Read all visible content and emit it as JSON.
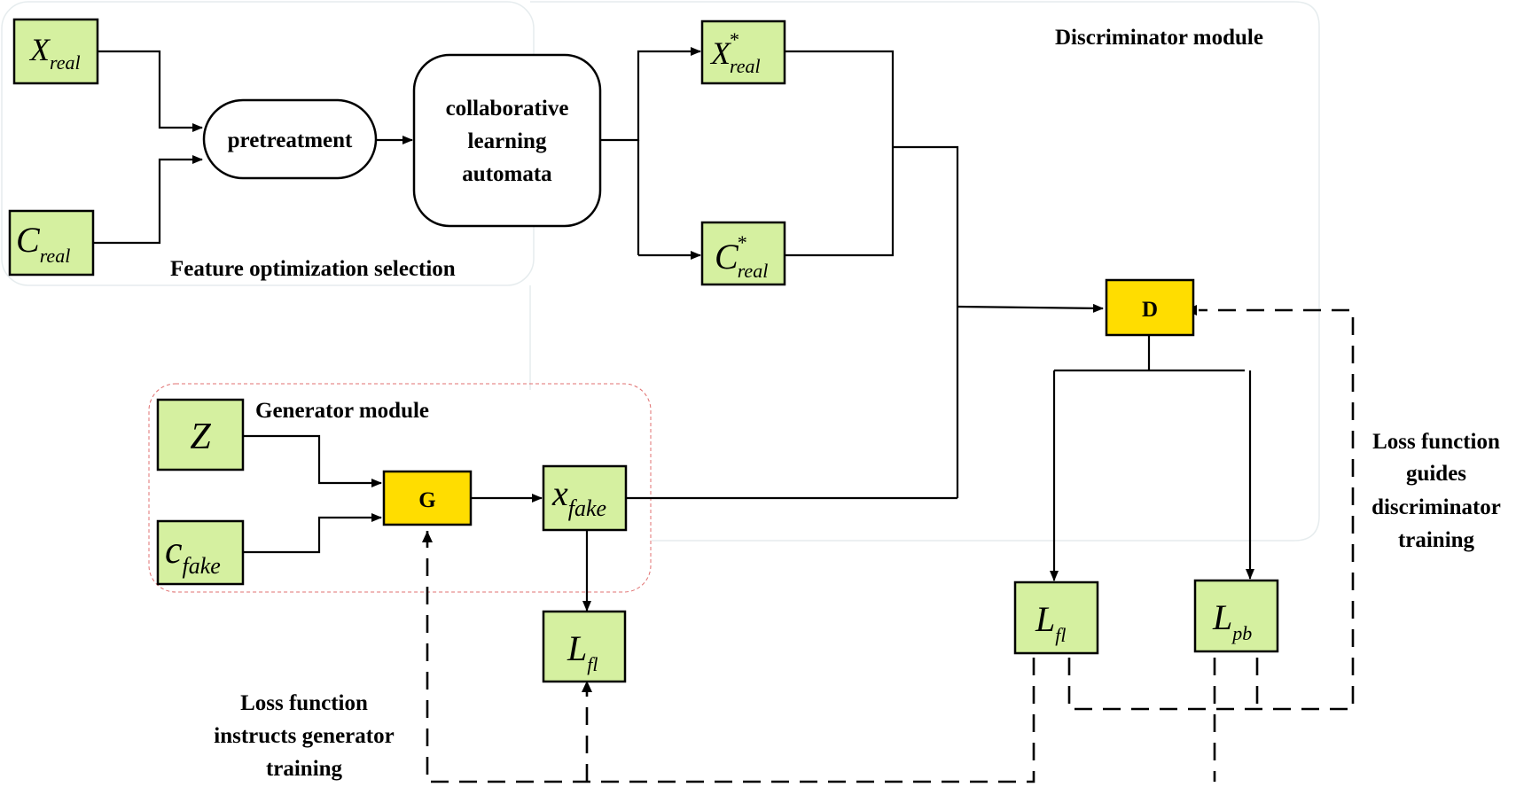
{
  "modules": {
    "feature_selection": "Feature optimization selection",
    "discriminator": "Discriminator module",
    "generator": "Generator module"
  },
  "nodes": {
    "x_real": {
      "main": "X",
      "sub": "real"
    },
    "c_real": {
      "main": "C",
      "sub": "real"
    },
    "pretreatment": "pretreatment",
    "cla": [
      "collaborative",
      "learning",
      "automata"
    ],
    "x_real_star": {
      "main": "X",
      "sup": "*",
      "sub": "real"
    },
    "c_real_star": {
      "main": "C",
      "sup": "*",
      "sub": "real"
    },
    "D": "D",
    "G": "G",
    "z": {
      "main": "Z"
    },
    "c_fake": {
      "main": "c",
      "sub": "fake"
    },
    "x_fake": {
      "main": "x",
      "sub": "fake"
    },
    "l_fl_gen": {
      "main": "L",
      "sub": "fl"
    },
    "l_fl_disc": {
      "main": "L",
      "sub": "fl"
    },
    "l_pb": {
      "main": "L",
      "sub": "pb"
    }
  },
  "annotations": {
    "generator_loss": [
      "Loss function",
      "instructs generator",
      "training"
    ],
    "discriminator_loss": [
      "Loss function",
      "guides",
      "discriminator",
      "training"
    ]
  },
  "colors": {
    "data_box": "#d5f0a0",
    "network_box": "#ffdd00"
  }
}
